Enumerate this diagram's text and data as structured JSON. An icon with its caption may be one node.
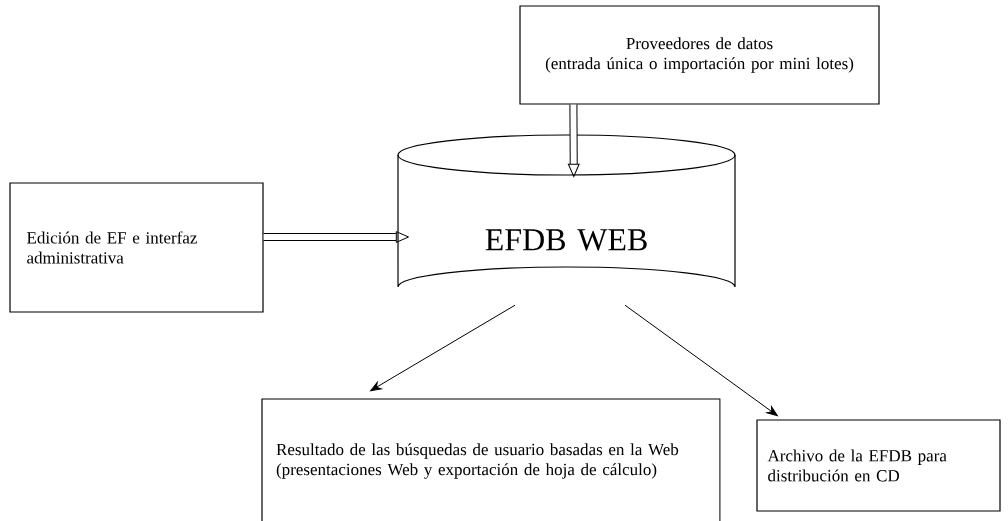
{
  "diagram": {
    "nodes": [
      {
        "text": [
          "Proveedores de datos",
          "(entrada única o importación por mini lotes)"
        ]
      },
      {
        "text": [
          "EFDB WEB"
        ]
      },
      {
        "text": [
          "Edición de EF e interfaz administrativa"
        ]
      },
      {
        "text": [
          "Resultado de las búsquedas de usuario basadas en la Web (presentaciones Web y exportación de hoja de cálculo)"
        ]
      },
      {
        "text": [
          "Archivo de la EFDB para distribución en CD"
        ]
      }
    ],
    "edges": [
      {
        "from": 0,
        "to": 1,
        "arrow": "to",
        "style": "thick"
      },
      {
        "from": 2,
        "to": 1,
        "arrow": "to",
        "style": "thick"
      },
      {
        "from": 1,
        "to": 3,
        "arrow": "to"
      },
      {
        "from": 1,
        "to": 4,
        "arrow": "to"
      }
    ]
  }
}
